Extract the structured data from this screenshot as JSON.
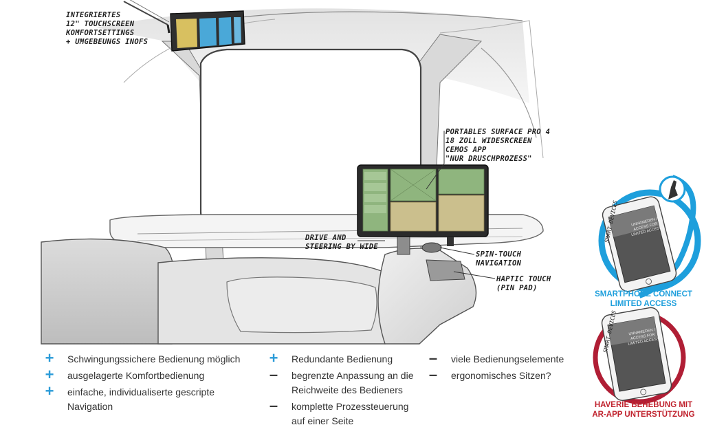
{
  "callouts": {
    "roof_screen": [
      "INTEGRIERTES",
      "12\" TOUCHSCREEN",
      "KOMFORTSETTINGS",
      "+ UMGEBEUNGS INOFS"
    ],
    "surface": [
      "PORTABLES SURFACE PRO 4",
      "18 ZOLL WIDESRCREEN",
      "CEMOS APP",
      "\"NUR DRUSCHPROZESS\""
    ],
    "drive": [
      "DRIVE AND",
      "STEERING BY WIDE"
    ],
    "spin": [
      "SPIN-TOUCH",
      "NAVIGATION"
    ],
    "haptic": [
      "HAPTIC TOUCH",
      "(PIN PAD)"
    ]
  },
  "phones": {
    "smartphone": {
      "caption": [
        "SMARTPHONE CONNECT",
        "LIMITED ACCESS"
      ],
      "side_label": "SMART DEVICES",
      "screen_text": [
        "UNNAMEDEN /",
        "ACCESS FOR",
        "LIMITED ACCESS"
      ],
      "ring_color": "#1e9fdc",
      "caption_color": "#1e9fdc"
    },
    "ar": {
      "caption": [
        "HAVERIE BEHEBUNG MIT",
        "AR-APP UNTERSTÜTZUNG"
      ],
      "side_label": "SMART DEVICES",
      "screen_text": [
        "UNNAMEDEN /",
        "ACCESS FOR",
        "LIMITED ACCESS"
      ],
      "ring_color": "#b01e35",
      "caption_color": "#c0232e"
    }
  },
  "lists": {
    "col1": [
      {
        "sign": "+",
        "lines": [
          "Schwingungssichere Bedienung möglich"
        ]
      },
      {
        "sign": "+",
        "lines": [
          "ausgelagerte Komfortbedienung"
        ]
      },
      {
        "sign": "+",
        "lines": [
          "einfache, individualiserte gescripte",
          "Navigation"
        ]
      }
    ],
    "col2": [
      {
        "sign": "+",
        "lines": [
          "Redundante Bedienung"
        ]
      },
      {
        "sign": "–",
        "lines": [
          "begrenzte Anpassung an die",
          "Reichweite des Bedieners"
        ]
      },
      {
        "sign": "–",
        "lines": [
          "komplette Prozessteuerung",
          "auf einer Seite"
        ]
      }
    ],
    "col3": [
      {
        "sign": "–",
        "lines": [
          "viele Bedienungselemente"
        ]
      },
      {
        "sign": "–",
        "lines": [
          "ergonomisches Sitzen?"
        ]
      }
    ]
  },
  "colors": {
    "screen_green": "#8fb57e",
    "screen_tan": "#cbbf8d",
    "roof_yellow": "#d8c060",
    "roof_blue": "#4aa8d8"
  }
}
